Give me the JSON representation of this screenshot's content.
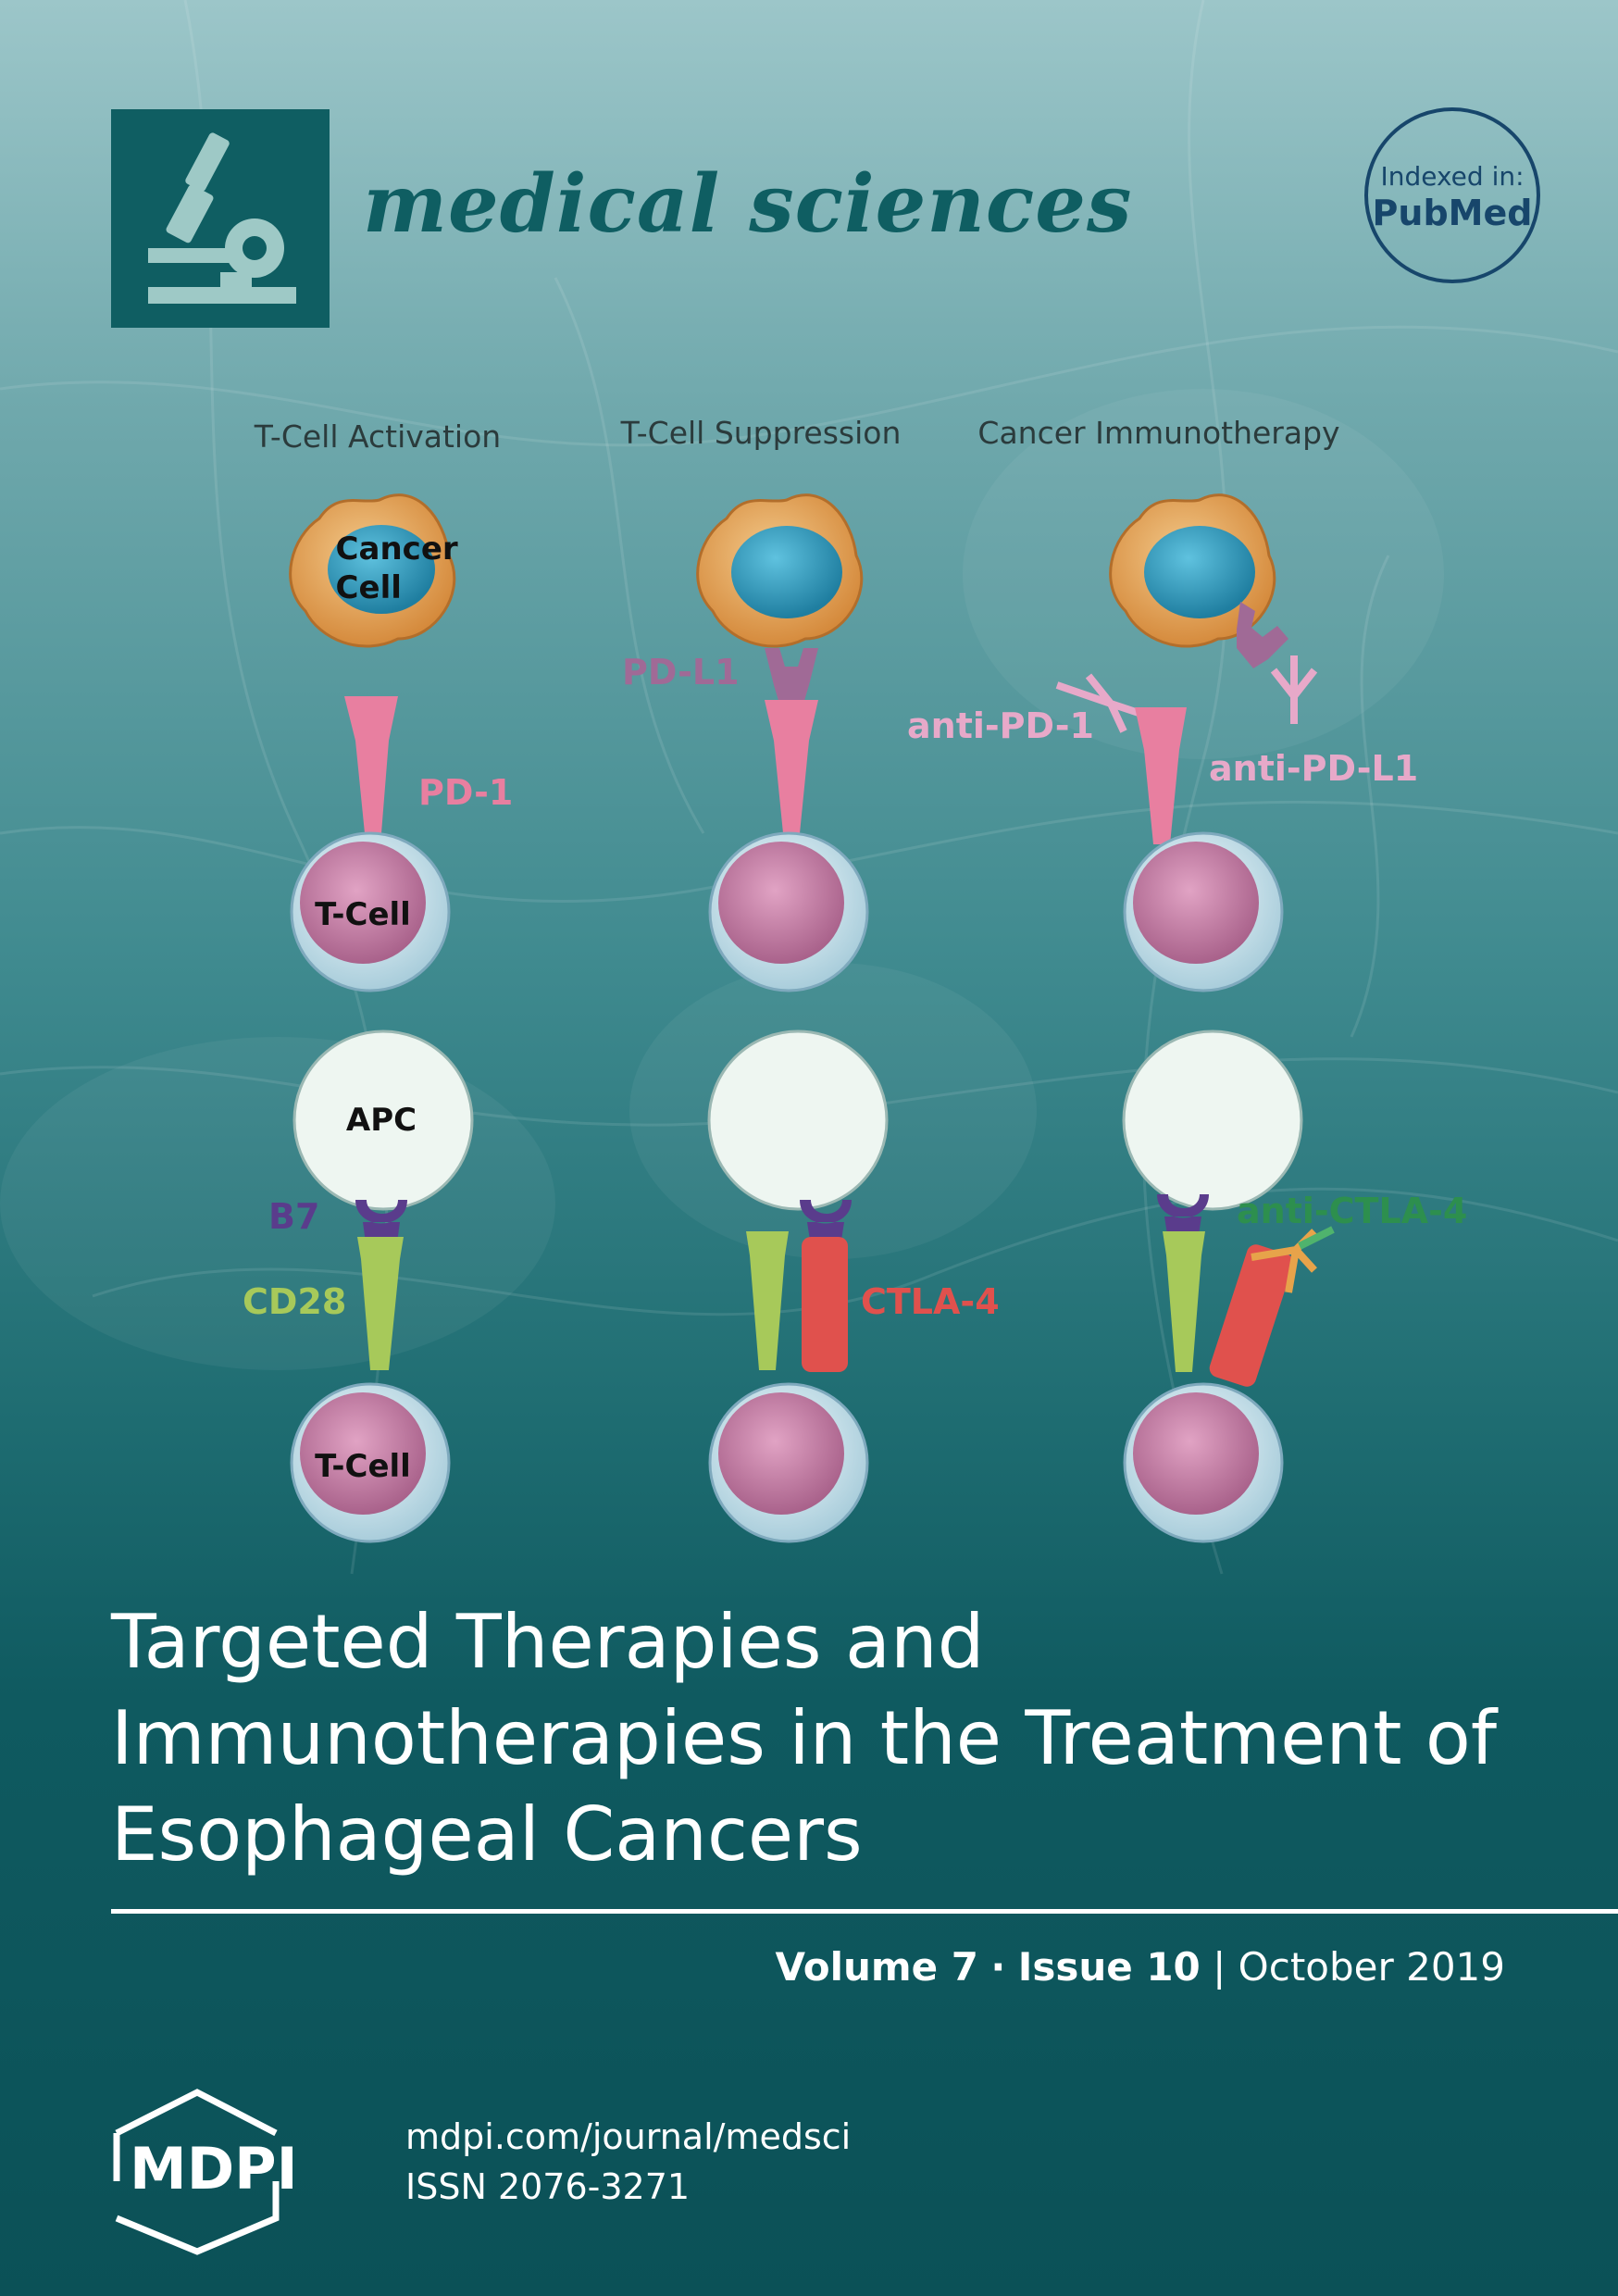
{
  "journal": {
    "name": "medical sciences",
    "logo_icon": "microscope-icon"
  },
  "badge": {
    "line1": "Indexed in:",
    "line2": "PubMed"
  },
  "figure": {
    "columns": [
      "T-Cell Activation",
      "T-Cell Suppression",
      "Cancer Immunotherapy"
    ],
    "labels": {
      "cancer_cell_line1": "Cancer",
      "cancer_cell_line2": "Cell",
      "pd1": "PD-1",
      "tcell": "T-Cell",
      "pdl1": "PD-L1",
      "anti_pd1": "anti-PD-1",
      "anti_pdl1": "anti-PD-L1",
      "apc": "APC",
      "b7": "B7",
      "cd28": "CD28",
      "ctla4": "CTLA-4",
      "anti_ctla4": "anti-CTLA-4"
    },
    "colors": {
      "pd1": "#e87fa0",
      "pdl1": "#a06a96",
      "b7": "#5a3c8c",
      "cd28": "#a7c95a",
      "ctla4": "#e0514d",
      "anti_ctla4": "#2d8f4e",
      "cancer_cell": "#e2a35a",
      "nucleus": "#2d8fb0",
      "tcell_body": "#c87fa6",
      "tcell_ring": "#d8ecf3",
      "apc": "#eef6f1"
    }
  },
  "article": {
    "title_line1": "Targeted Therapies and",
    "title_line2": "Immunotherapies in the Treatment of",
    "title_line3": "Esophageal Cancers"
  },
  "issue": {
    "volume": "Volume 7",
    "separator": "·",
    "issue": "Issue 10",
    "divider": "|",
    "date": "October 2019"
  },
  "publisher": {
    "name": "MDPI",
    "url": "mdpi.com/journal/medsci",
    "issn": "ISSN 2076-3271"
  }
}
